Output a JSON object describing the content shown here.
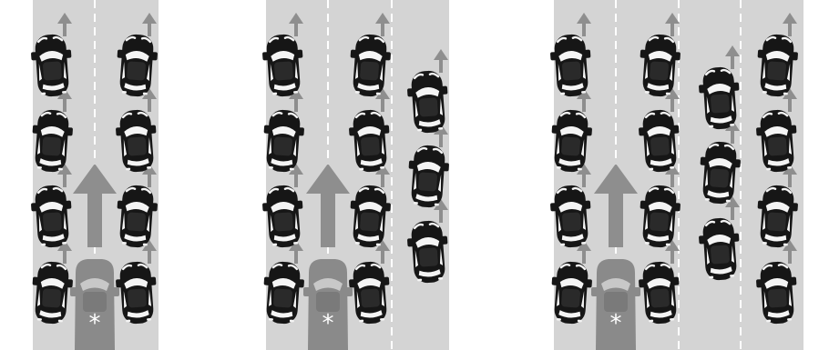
{
  "colors": {
    "background": "#ffffff",
    "road": "#d4d4d4",
    "lane_marking": "#ffffff",
    "car_body": "#161616",
    "car_roof": "#2a2a2a",
    "car_window": "#f4f4f4",
    "ego_vehicle": "#8a8a8a",
    "ego_symbol": "#ffffff",
    "direction_arrow": "#8e8e8e"
  },
  "icons": {
    "ego_vehicle": "asterisk-marked-ego-car-icon",
    "traffic_car": "car-top-view-icon",
    "motion_arrow": "up-arrow-icon"
  },
  "ego_symbol": "*",
  "panels": [
    {
      "id": "two-lane",
      "lanes": 2,
      "ego_lane": 1
    },
    {
      "id": "two-lane-plus-right-lane",
      "lanes": 3,
      "ego_lane": 1
    },
    {
      "id": "four-lane",
      "lanes": 4,
      "ego_lane": 1
    }
  ]
}
